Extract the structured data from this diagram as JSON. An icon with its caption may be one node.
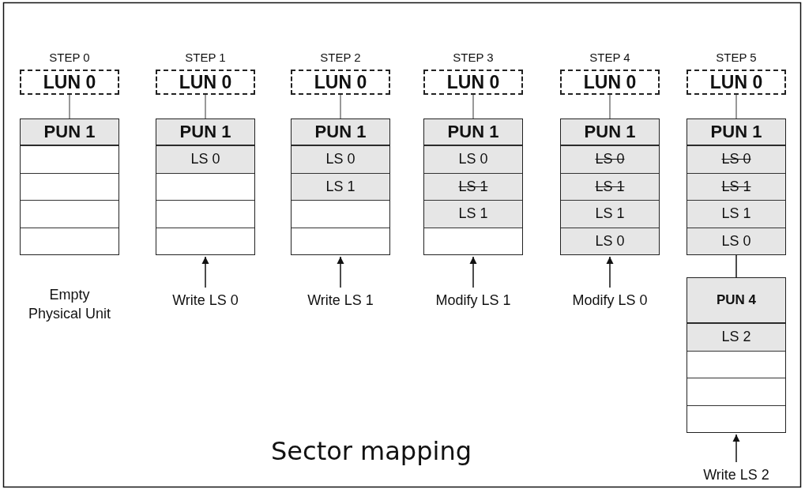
{
  "diagram": {
    "title": "Sector mapping",
    "nodes": [
      {
        "text": [
          "LUN 0"
        ],
        "beside": [
          "STEP 0"
        ]
      },
      {
        "text": [
          "PUN 1"
        ],
        "beside": [
          "Empty Physical Unit"
        ]
      },
      {
        "text": [],
        "shape": "box",
        "in": 1
      },
      {
        "text": [],
        "shape": "box",
        "in": 1
      },
      {
        "text": [],
        "shape": "box",
        "in": 1
      },
      {
        "text": [],
        "shape": "box",
        "in": 1
      },
      {
        "text": [
          "LUN 0"
        ],
        "beside": [
          "STEP 1"
        ]
      },
      {
        "text": [
          "PUN 1"
        ]
      },
      {
        "text": [
          "LS 0"
        ],
        "in": 7
      },
      {
        "text": [],
        "shape": "box",
        "in": 7
      },
      {
        "text": [],
        "shape": "box",
        "in": 7
      },
      {
        "text": [],
        "shape": "box",
        "in": 7
      },
      {
        "text": [
          "Write LS 0"
        ]
      },
      {
        "text": [
          "LUN 0"
        ],
        "beside": [
          "STEP 2"
        ]
      },
      {
        "text": [
          "PUN 1"
        ]
      },
      {
        "text": [
          "LS 0"
        ],
        "in": 14
      },
      {
        "text": [
          "LS 1"
        ],
        "in": 14
      },
      {
        "text": [],
        "shape": "box",
        "in": 14
      },
      {
        "text": [],
        "shape": "box",
        "in": 14
      },
      {
        "text": [
          "Write LS 1"
        ]
      },
      {
        "text": [
          "LUN 0"
        ],
        "beside": [
          "STEP 3"
        ]
      },
      {
        "text": [
          "PUN 1"
        ]
      },
      {
        "text": [
          "LS 0"
        ],
        "in": 21
      },
      {
        "text": [
          "LS 1"
        ],
        "in": 21
      },
      {
        "text": [
          "LS 1"
        ],
        "in": 21
      },
      {
        "text": [],
        "shape": "box",
        "in": 21
      },
      {
        "text": [
          "Modify LS 1"
        ]
      },
      {
        "text": [
          "LUN 0"
        ],
        "beside": [
          "STEP 4"
        ]
      },
      {
        "text": [
          "PUN 1"
        ]
      },
      {
        "text": [
          "LS 0"
        ],
        "in": 28
      },
      {
        "text": [
          "LS 1"
        ],
        "in": 28
      },
      {
        "text": [
          "LS 1"
        ],
        "in": 28
      },
      {
        "text": [
          "LS 0"
        ],
        "in": 28
      },
      {
        "text": [
          "Modify LS 0"
        ]
      },
      {
        "text": [
          "LUN 0"
        ],
        "beside": [
          "STEP 5"
        ]
      },
      {
        "text": [
          "PUN 1"
        ]
      },
      {
        "text": [
          "LS 0"
        ],
        "in": 35
      },
      {
        "text": [
          "LS 1"
        ],
        "in": 35
      },
      {
        "text": [
          "LS 1"
        ],
        "in": 35
      },
      {
        "text": [
          "LS 0"
        ],
        "in": 35
      },
      {
        "text": [
          "PUN 4"
        ]
      },
      {
        "text": [
          "LS 2"
        ],
        "in": 40
      },
      {
        "text": [],
        "shape": "box",
        "in": 40
      },
      {
        "text": [],
        "shape": "box",
        "in": 40
      },
      {
        "text": [],
        "shape": "box",
        "in": 40
      },
      {
        "text": [
          "Write LS 2"
        ]
      }
    ],
    "edges": [
      {
        "from": 0,
        "to": 1,
        "arrow": "none",
        "color": "#777777"
      },
      {
        "from": 6,
        "to": 7,
        "arrow": "none",
        "color": "#777777"
      },
      {
        "from": 12,
        "to": 7,
        "arrow": "to",
        "color": "#111111"
      },
      {
        "from": 13,
        "to": 14,
        "arrow": "none",
        "color": "#777777"
      },
      {
        "from": 19,
        "to": 14,
        "arrow": "to",
        "color": "#111111"
      },
      {
        "from": 20,
        "to": 21,
        "arrow": "none",
        "color": "#777777"
      },
      {
        "from": 26,
        "to": 21,
        "arrow": "to",
        "color": "#111111"
      },
      {
        "from": 27,
        "to": 28,
        "arrow": "none",
        "color": "#777777"
      },
      {
        "from": 33,
        "to": 28,
        "arrow": "to",
        "color": "#111111"
      },
      {
        "from": 34,
        "to": 35,
        "arrow": "none",
        "color": "#777777"
      },
      {
        "from": 35,
        "to": 40,
        "arrow": "none",
        "color": "#111111"
      },
      {
        "from": 45,
        "to": 40,
        "arrow": "to",
        "color": "#111111"
      }
    ]
  }
}
